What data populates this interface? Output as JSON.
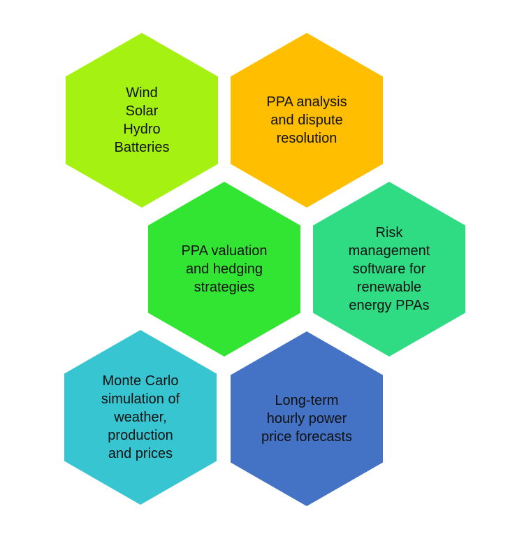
{
  "colors": {
    "hex1": "#a5f212",
    "hex2": "#ffbf00",
    "hex3": "#33e533",
    "hex4": "#2fdc84",
    "hex5": "#37c6d1",
    "hex6": "#4472c4"
  },
  "hexagons": [
    {
      "lines": [
        "Wind",
        "Solar",
        "Hydro",
        "Batteries"
      ]
    },
    {
      "lines": [
        "PPA analysis",
        "and dispute",
        "resolution"
      ]
    },
    {
      "lines": [
        "PPA valuation",
        "and hedging",
        "strategies"
      ]
    },
    {
      "lines": [
        "Risk",
        "management",
        "software for",
        "renewable",
        "energy PPAs"
      ]
    },
    {
      "lines": [
        "Monte Carlo",
        "simulation of",
        "weather,",
        "production",
        "and prices"
      ]
    },
    {
      "lines": [
        "Long-term",
        "hourly power",
        "price forecasts"
      ]
    }
  ]
}
